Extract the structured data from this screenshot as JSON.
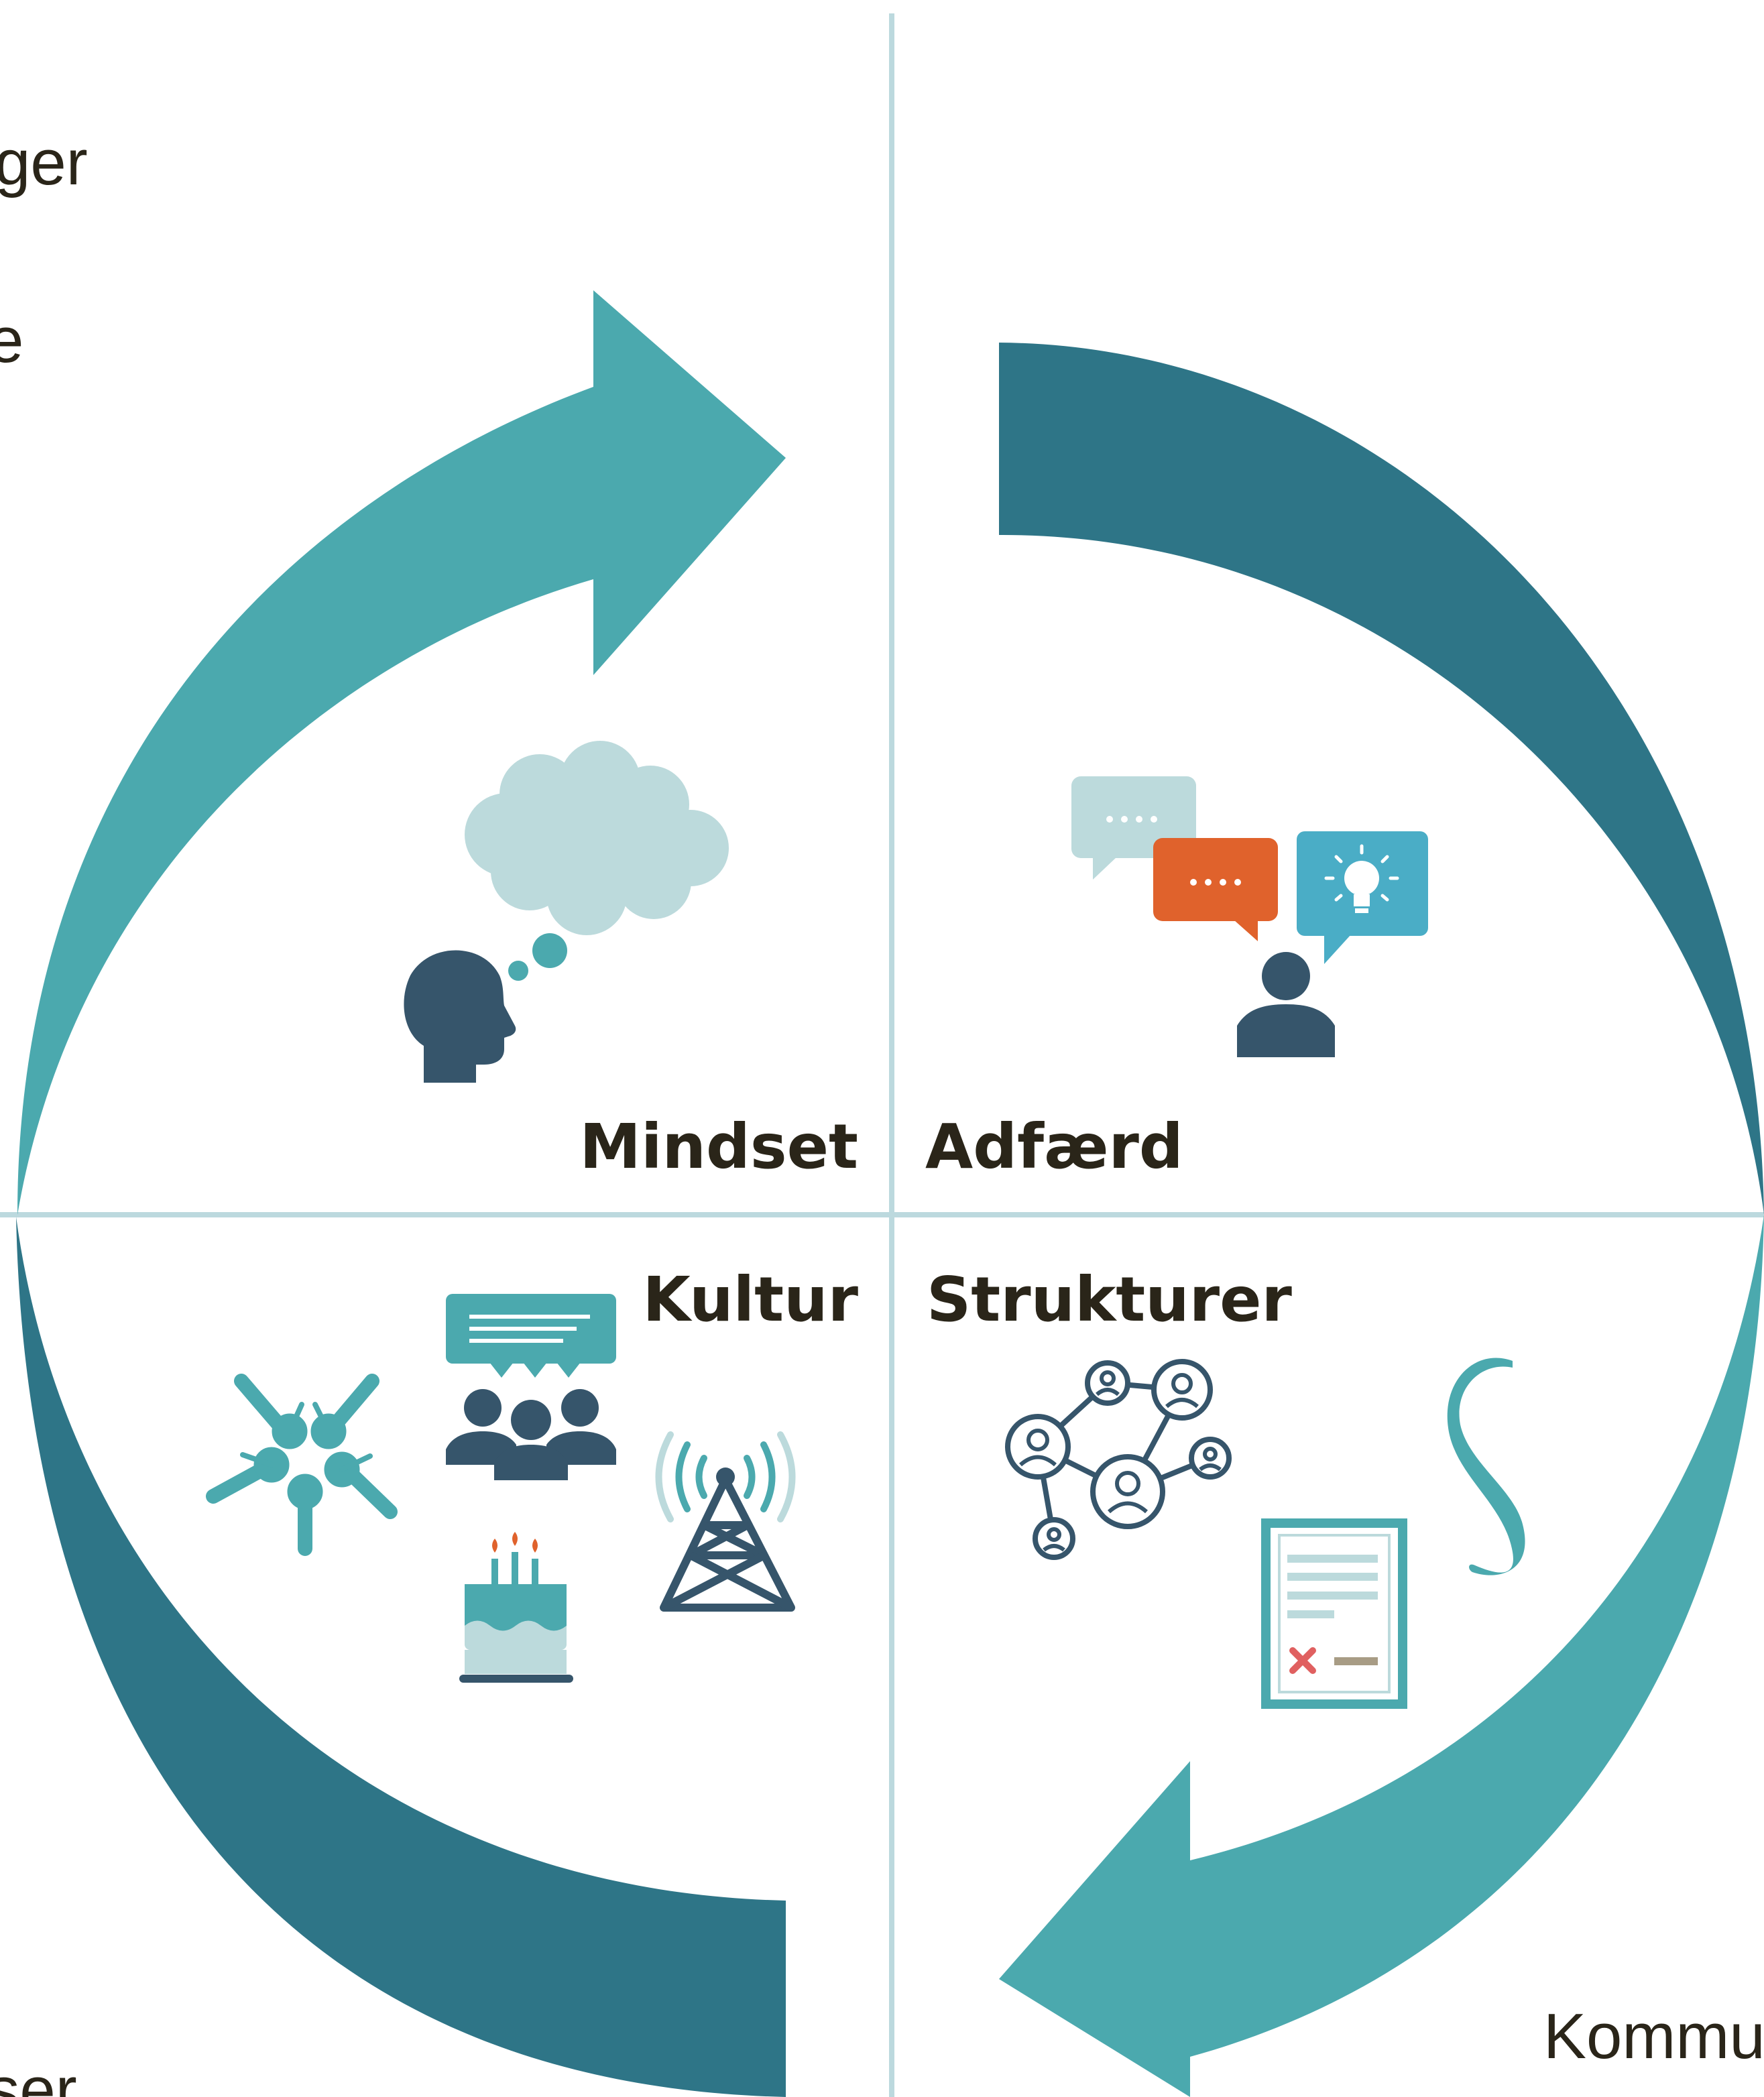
{
  "quadrants": {
    "top_left": {
      "label": "Mindset",
      "icons": [
        "thinking-head-icon",
        "thought-cloud-icon"
      ]
    },
    "top_right": {
      "label": "Adfærd",
      "icons": [
        "speech-bubble-icon",
        "lightbulb-icon",
        "person-icon"
      ]
    },
    "bottom_left": {
      "label": "Kultur",
      "icons": [
        "joined-hands-icon",
        "team-meeting-icon",
        "birthday-cake-icon",
        "radio-tower-icon"
      ]
    },
    "bottom_right": {
      "label": "Strukturer",
      "icons": [
        "people-network-icon",
        "checklist-document-icon",
        "swirl-logo-icon"
      ]
    }
  },
  "side_texts": {
    "top_left_1": "ger",
    "top_left_2": "e",
    "bottom_left": "lser",
    "bottom_right": "Kommu"
  },
  "colors": {
    "arrow_light": "#4ba9ae",
    "arrow_dark": "#2e7587",
    "divider": "#bcd9de",
    "icon_navy": "#36556b",
    "icon_teal": "#4ba9ae",
    "icon_orange": "#e0622c",
    "icon_light": "#bcdadc",
    "icon_blue": "#4aadc6",
    "text": "#2a2519"
  }
}
